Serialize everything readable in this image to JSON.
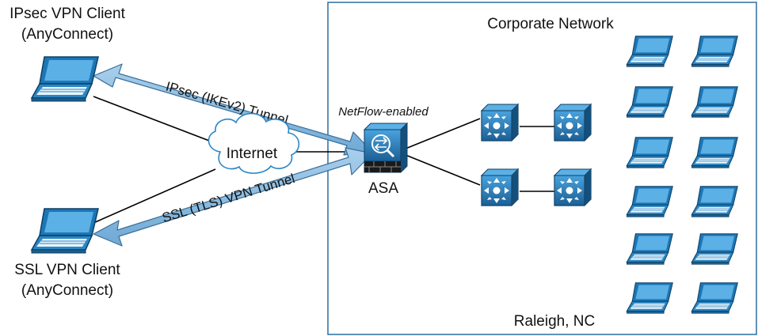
{
  "clients": {
    "ipsec": {
      "line1": "IPsec VPN Client",
      "line2": "(AnyConnect)"
    },
    "ssl": {
      "line1": "SSL VPN Client",
      "line2": "(AnyConnect)"
    }
  },
  "internet_label": "Internet",
  "tunnels": {
    "ipsec": "IPsec (IKEv2) Tunnel",
    "ssl": "SSL (TLS) VPN Tunnel"
  },
  "asa": {
    "label": "ASA",
    "feature": "NetFlow-enabled"
  },
  "corporate": {
    "title": "Corporate Network",
    "location": "Raleigh, NC"
  },
  "colors": {
    "tunnel": "#7fb3d9",
    "device": "#1f6fa8",
    "laptop": "#1d76b5",
    "box_border": "#2a6fa0"
  }
}
